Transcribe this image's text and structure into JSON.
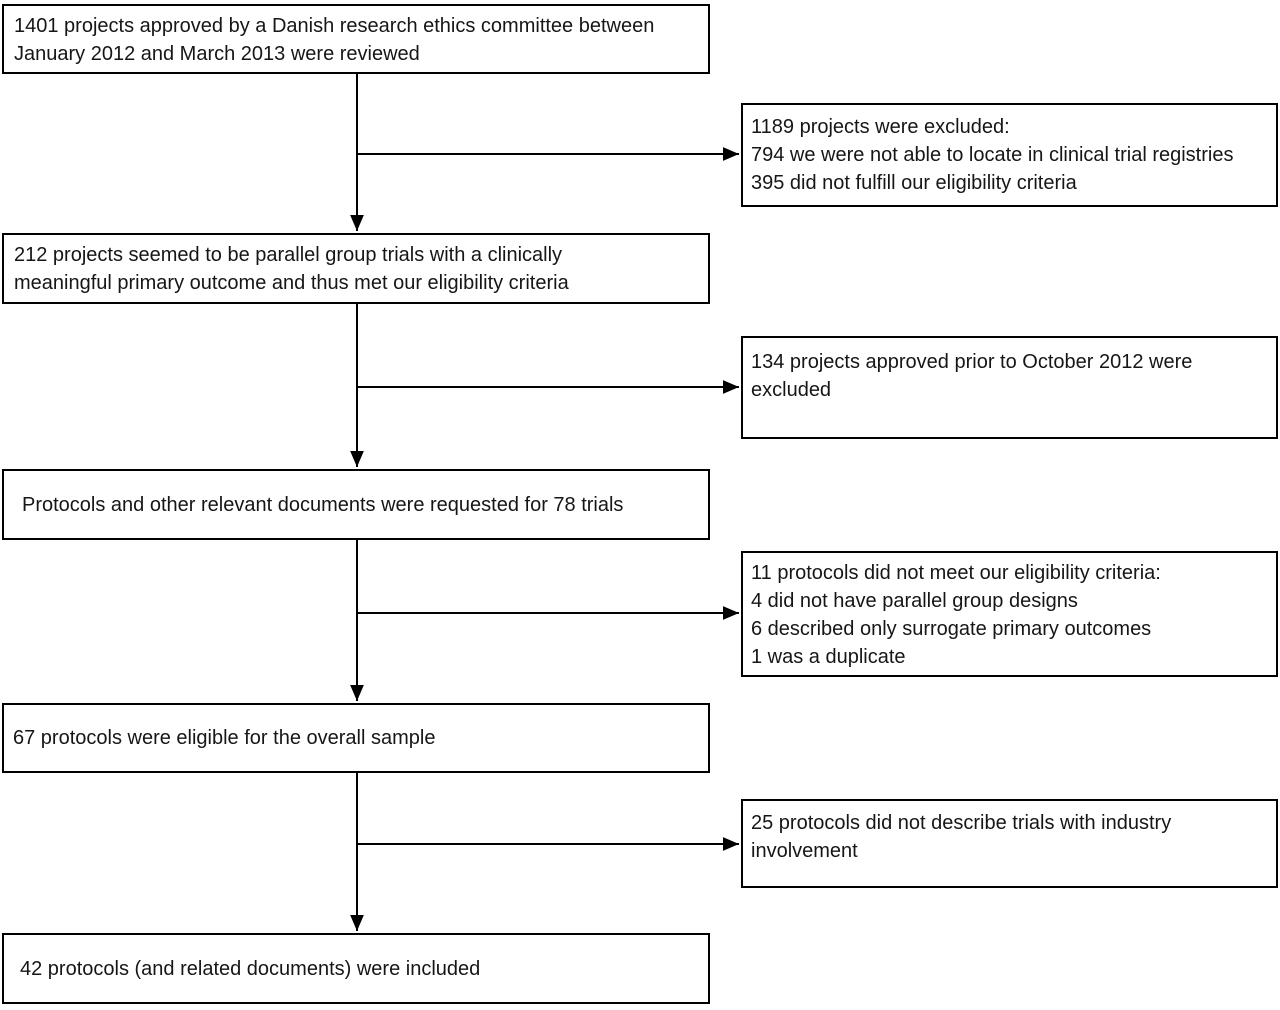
{
  "flow": {
    "colors": {
      "box_border": "#000000",
      "text": "#161616",
      "background": "#ffffff",
      "arrow": "#000000"
    },
    "main_boxes": [
      {
        "lines": [
          "1401 projects approved by a Danish research ethics committee between",
          "January 2012 and March 2013 were reviewed"
        ]
      },
      {
        "lines": [
          "212 projects seemed to be parallel group trials with a clinically",
          "meaningful primary outcome and thus met our eligibility criteria"
        ]
      },
      {
        "lines": [
          "Protocols and other relevant documents were requested for 78 trials"
        ]
      },
      {
        "lines": [
          "67 protocols were eligible for the overall sample"
        ]
      },
      {
        "lines": [
          "42 protocols (and related documents) were included"
        ]
      }
    ],
    "exclusion_boxes": [
      {
        "lines": [
          "1189 projects were excluded:",
          "794 we were not able to locate in clinical trial registries",
          "395 did not fulfill our eligibility criteria"
        ]
      },
      {
        "lines": [
          "134 projects approved prior to October 2012 were",
          "excluded"
        ]
      },
      {
        "lines": [
          "11 protocols did not meet our eligibility criteria:",
          "4 did not have parallel group designs",
          "6 described only surrogate primary outcomes",
          "1 was a duplicate"
        ]
      },
      {
        "lines": [
          "25 protocols did not describe trials with industry",
          "involvement"
        ]
      }
    ]
  }
}
